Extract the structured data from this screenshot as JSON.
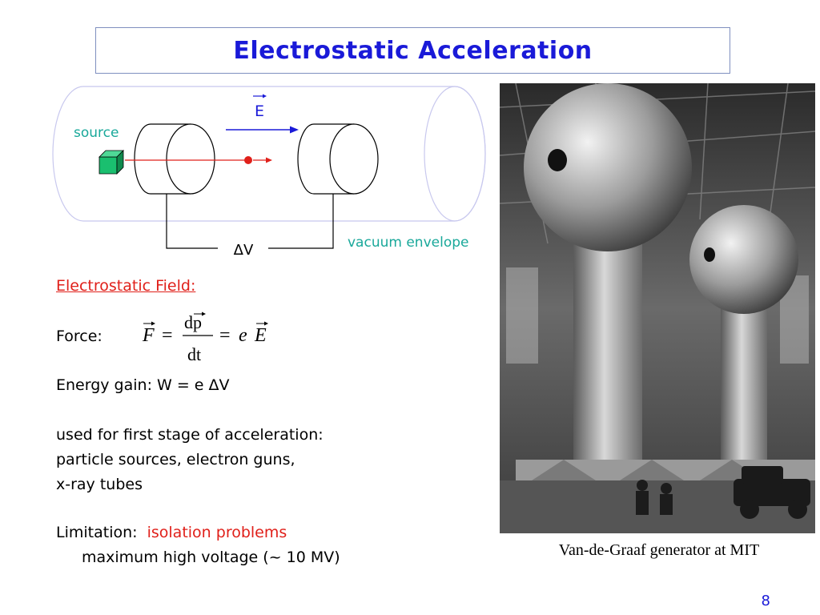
{
  "slide": {
    "title": "Electrostatic Acceleration",
    "page_number": "8"
  },
  "diagram": {
    "source_label": "source",
    "field_label": "E",
    "voltage_label": "ΔV",
    "envelope_label": "vacuum envelope"
  },
  "body": {
    "heading": "Electrostatic Field:",
    "force_label": "Force:",
    "formula": {
      "F": "F",
      "eq1": "=",
      "numerator": "dp",
      "denominator": "dt",
      "eq2": "=",
      "e": "e",
      "E": "E"
    },
    "energy_line": "Energy gain: W =  e ΔV",
    "used_lines": [
      "used for first stage of acceleration:",
      "particle sources, electron guns,",
      "x-ray tubes"
    ],
    "limitation_label": "Limitation:",
    "limitation_value": "isolation problems",
    "limitation_detail": "maximum high voltage (~ 10 MV)"
  },
  "photo": {
    "caption": "Van-de-Graaf generator at MIT"
  },
  "colors": {
    "title_blue": "#1a1ad8",
    "heading_red": "#e0201a",
    "source_green": "#1abf6f",
    "label_teal": "#19a89a",
    "envelope_purple": "#c8c8ee"
  }
}
